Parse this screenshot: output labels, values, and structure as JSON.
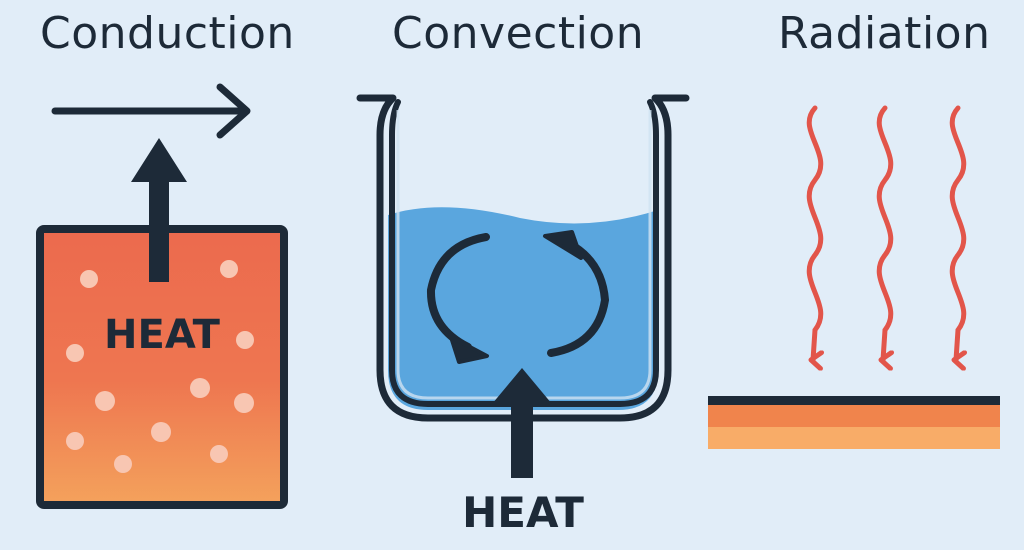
{
  "panels": {
    "conduction": {
      "title": "Conduction",
      "block_label": "HEAT"
    },
    "convection": {
      "title": "Convection",
      "source_label": "HEAT"
    },
    "radiation": {
      "title": "Radiation"
    }
  },
  "colors": {
    "background": "#e1edf8",
    "outline": "#1d2a38",
    "hot_block_top": "#ec6a4e",
    "hot_block_bottom": "#f4a25c",
    "water": "#5aa6de",
    "radiation_waves": "#e2554a",
    "surface_orange": "#f0844c",
    "surface_light": "#f8ac68"
  },
  "icons": [
    "right-arrow-icon",
    "up-arrow-icon",
    "circular-arrows-icon",
    "wavy-arrow-icon"
  ]
}
